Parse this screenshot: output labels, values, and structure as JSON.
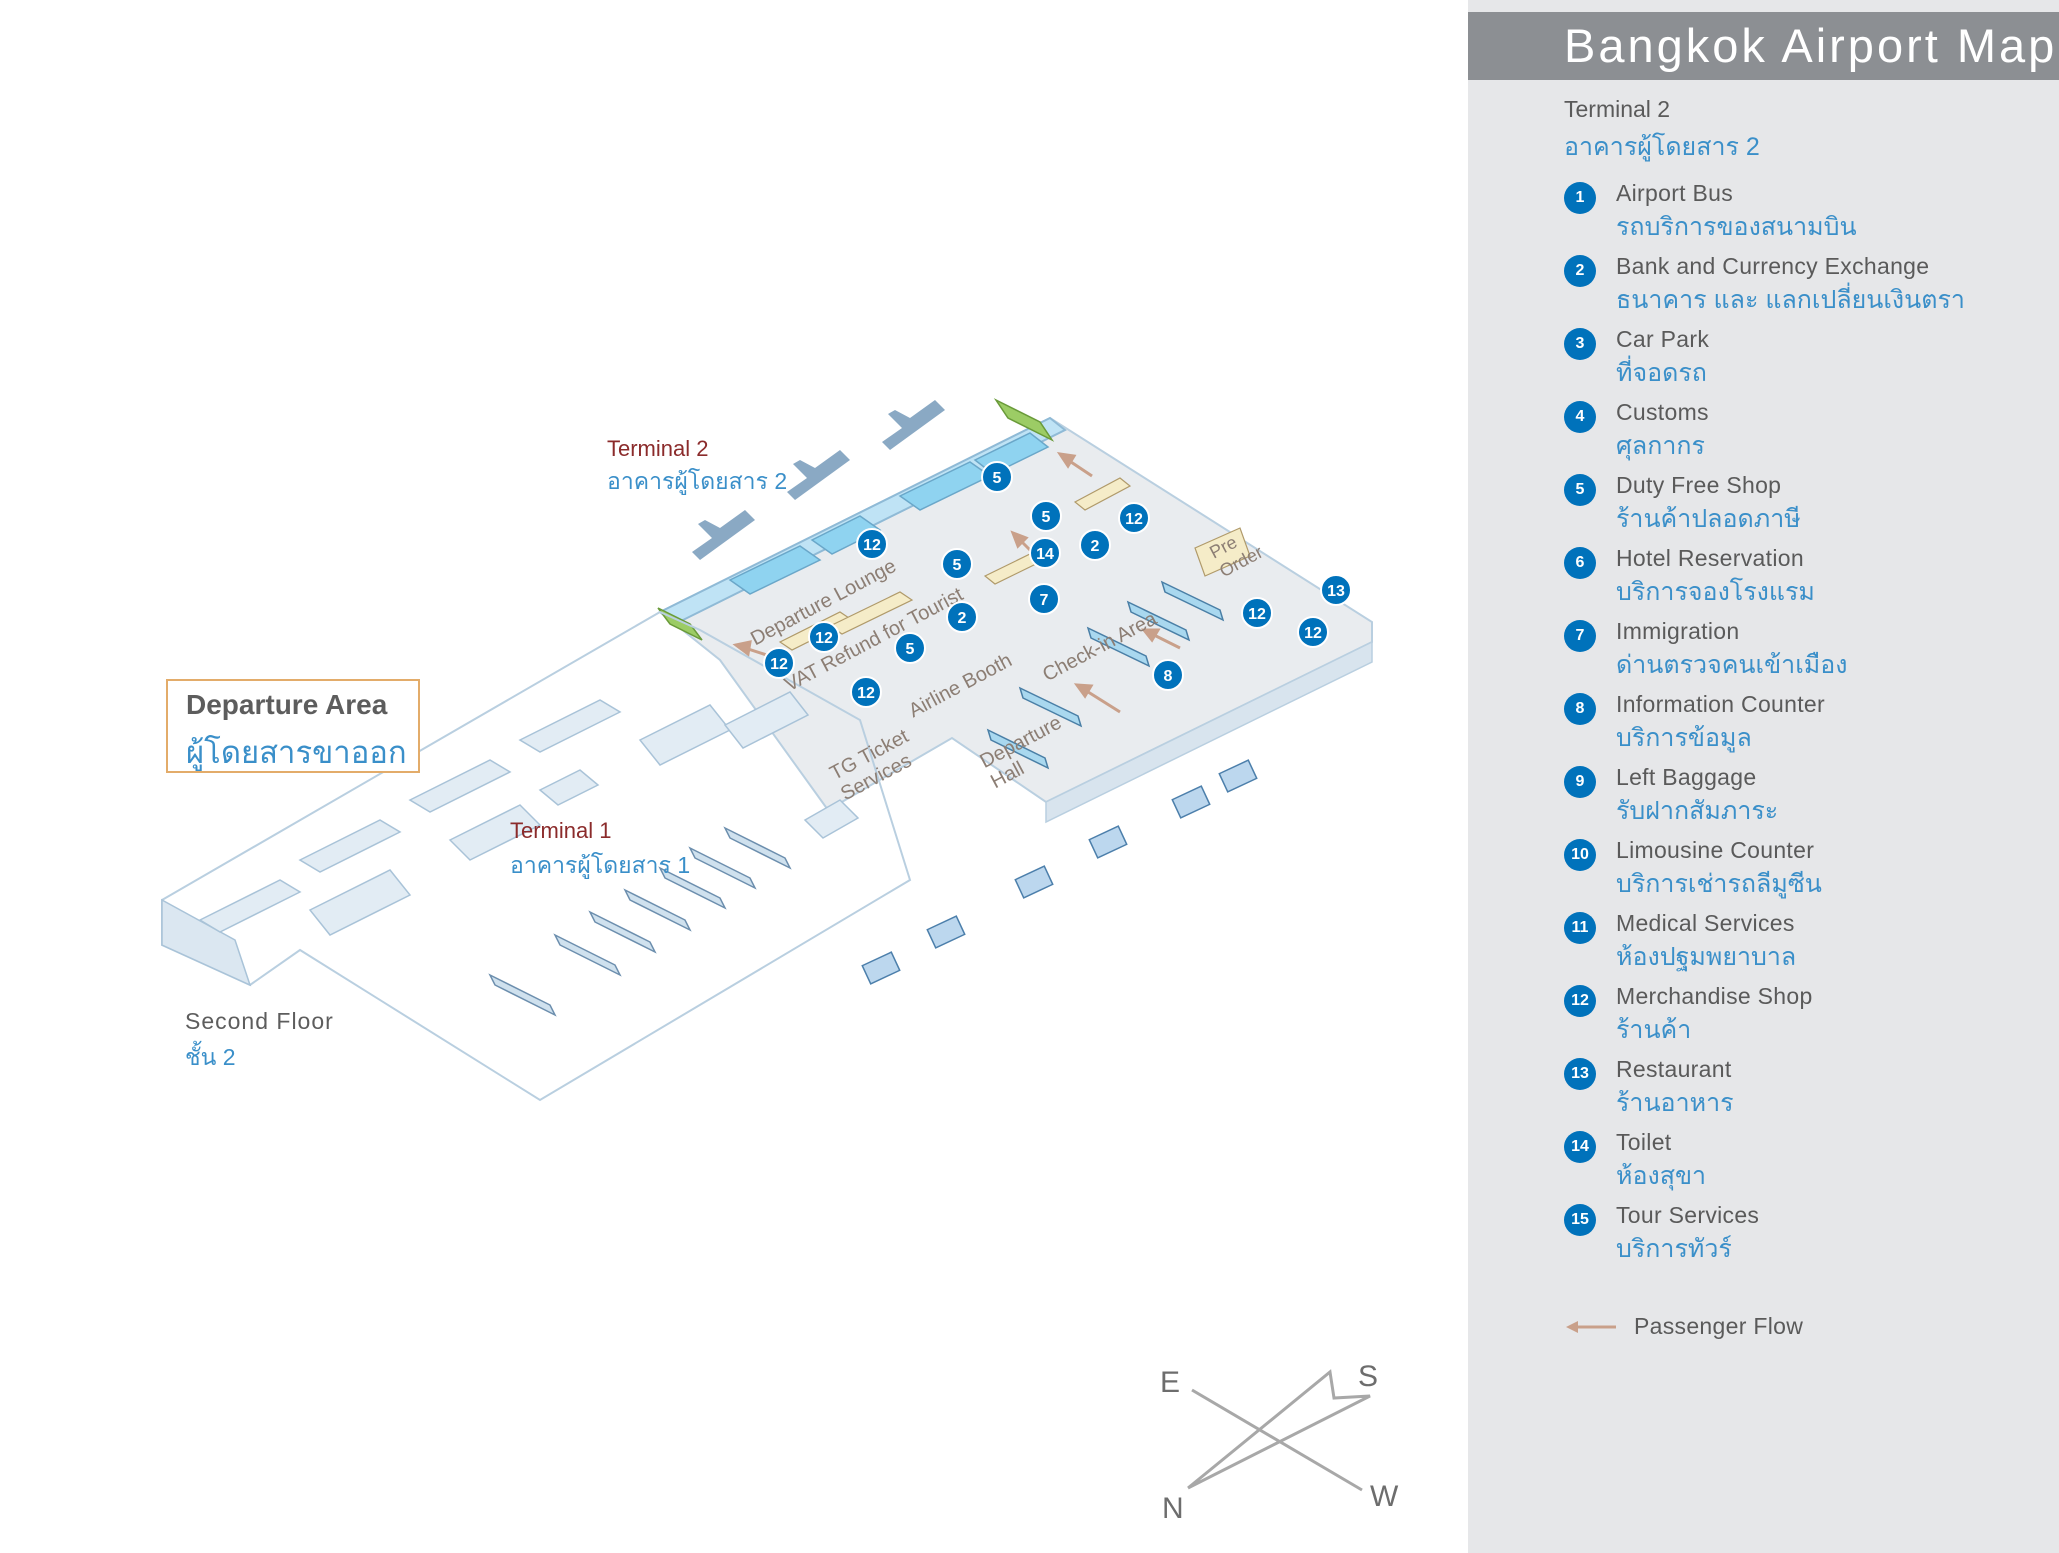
{
  "sidebar": {
    "title": "Bangkok Airport Map",
    "terminal_en": "Terminal 2",
    "terminal_th": "อาคารผู้โดยสาร 2",
    "legend": [
      {
        "num": "1",
        "en": "Airport Bus",
        "th": "รถบริการของสนามบิน"
      },
      {
        "num": "2",
        "en": "Bank and Currency Exchange",
        "th": "ธนาคาร และ แลกเปลี่ยนเงินตรา"
      },
      {
        "num": "3",
        "en": "Car Park",
        "th": "ที่จอดรถ"
      },
      {
        "num": "4",
        "en": "Customs",
        "th": "ศุลกากร"
      },
      {
        "num": "5",
        "en": "Duty Free Shop",
        "th": "ร้านค้าปลอดภาษี"
      },
      {
        "num": "6",
        "en": "Hotel Reservation",
        "th": "บริการจองโรงแรม"
      },
      {
        "num": "7",
        "en": "Immigration",
        "th": "ด่านตรวจคนเข้าเมือง"
      },
      {
        "num": "8",
        "en": "Information Counter",
        "th": "บริการข้อมูล"
      },
      {
        "num": "9",
        "en": "Left Baggage",
        "th": "รับฝากสัมภาระ"
      },
      {
        "num": "10",
        "en": "Limousine Counter",
        "th": "บริการเช่ารถลีมูซีน"
      },
      {
        "num": "11",
        "en": "Medical Services",
        "th": "ห้องปฐมพยาบาล"
      },
      {
        "num": "12",
        "en": "Merchandise Shop",
        "th": "ร้านค้า"
      },
      {
        "num": "13",
        "en": "Restaurant",
        "th": "ร้านอาหาร"
      },
      {
        "num": "14",
        "en": "Toilet",
        "th": "ห้องสุขา"
      },
      {
        "num": "15",
        "en": "Tour Services",
        "th": "บริการทัวร์"
      }
    ],
    "flow_label": "Passenger Flow"
  },
  "map": {
    "terminal2_en": "Terminal 2",
    "terminal2_th": "อาคารผู้โดยสาร 2",
    "terminal1_en": "Terminal 1",
    "terminal1_th": "อาคารผู้โดยสาร 1",
    "departure_en": "Departure Area",
    "departure_th": "ผู้โดยสารขาออก",
    "floor_en": "Second  Floor",
    "floor_th": "ชั้น 2",
    "zones": {
      "departure_lounge": "Departure Lounge",
      "vat_refund": "VAT Refund for Tourist",
      "airline_booth": "Airline Booth",
      "check_in": "Check-in Area",
      "departure_hall": "Departure Hall",
      "tg_ticket": "TG Ticket Services",
      "pre_order": "Pre Order"
    },
    "markers": [
      "5",
      "5",
      "12",
      "5",
      "12",
      "2",
      "14",
      "7",
      "12",
      "5",
      "12",
      "12",
      "2",
      "8",
      "12",
      "13",
      "12"
    ],
    "compass": {
      "e": "E",
      "s": "S",
      "n": "N",
      "w": "W"
    }
  },
  "colors": {
    "marker": "#0072bb",
    "title_bar": "#8c8f93",
    "flow_arrow": "#c9a08a",
    "thai_text": "#3a8fc9"
  }
}
